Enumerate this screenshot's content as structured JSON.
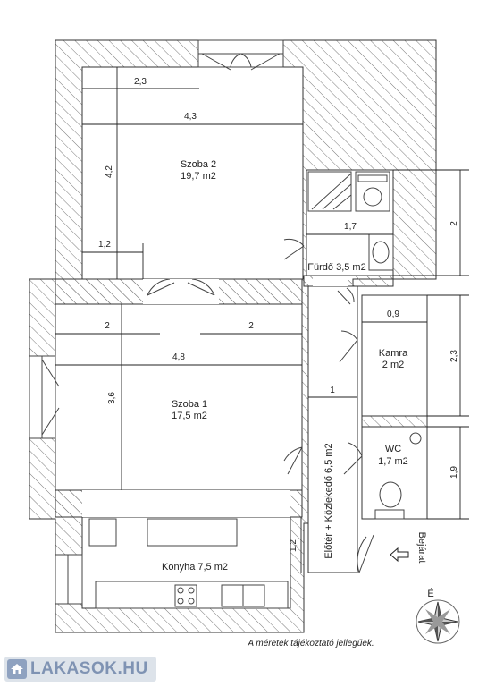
{
  "rooms": {
    "szoba2": {
      "name": "Szoba 2",
      "area": "19,7 m2"
    },
    "szoba1": {
      "name": "Szoba 1",
      "area": "17,5 m2"
    },
    "furdo": {
      "label": "Fürdő 3,5 m2"
    },
    "kamra": {
      "name": "Kamra",
      "area": "2 m2"
    },
    "wc": {
      "name": "WC",
      "area": "1,7 m2"
    },
    "konyha": {
      "label": "Konyha 7,5 m2"
    },
    "eloter": {
      "label": "Előtér + Közlekedő 6,5 m2"
    }
  },
  "dimensions": {
    "szoba2_top": "2,3",
    "szoba2_width": "4,3",
    "szoba2_height": "4,2",
    "szoba2_small": "1,2",
    "furdo_width": "1,7",
    "furdo_height": "2",
    "szoba1_left": "2",
    "szoba1_right": "2",
    "szoba1_width": "4,8",
    "szoba1_height": "3,6",
    "eloter_width": "1",
    "kamra_width": "0,9",
    "kamra_height": "2,3",
    "wc_height": "1,9",
    "konyha_height": "1,2"
  },
  "entrance": "Bejárat",
  "compass": "É",
  "note": "A méretek tájékoztató jellegűek.",
  "logo": {
    "text": "LAKASOK.HU"
  }
}
